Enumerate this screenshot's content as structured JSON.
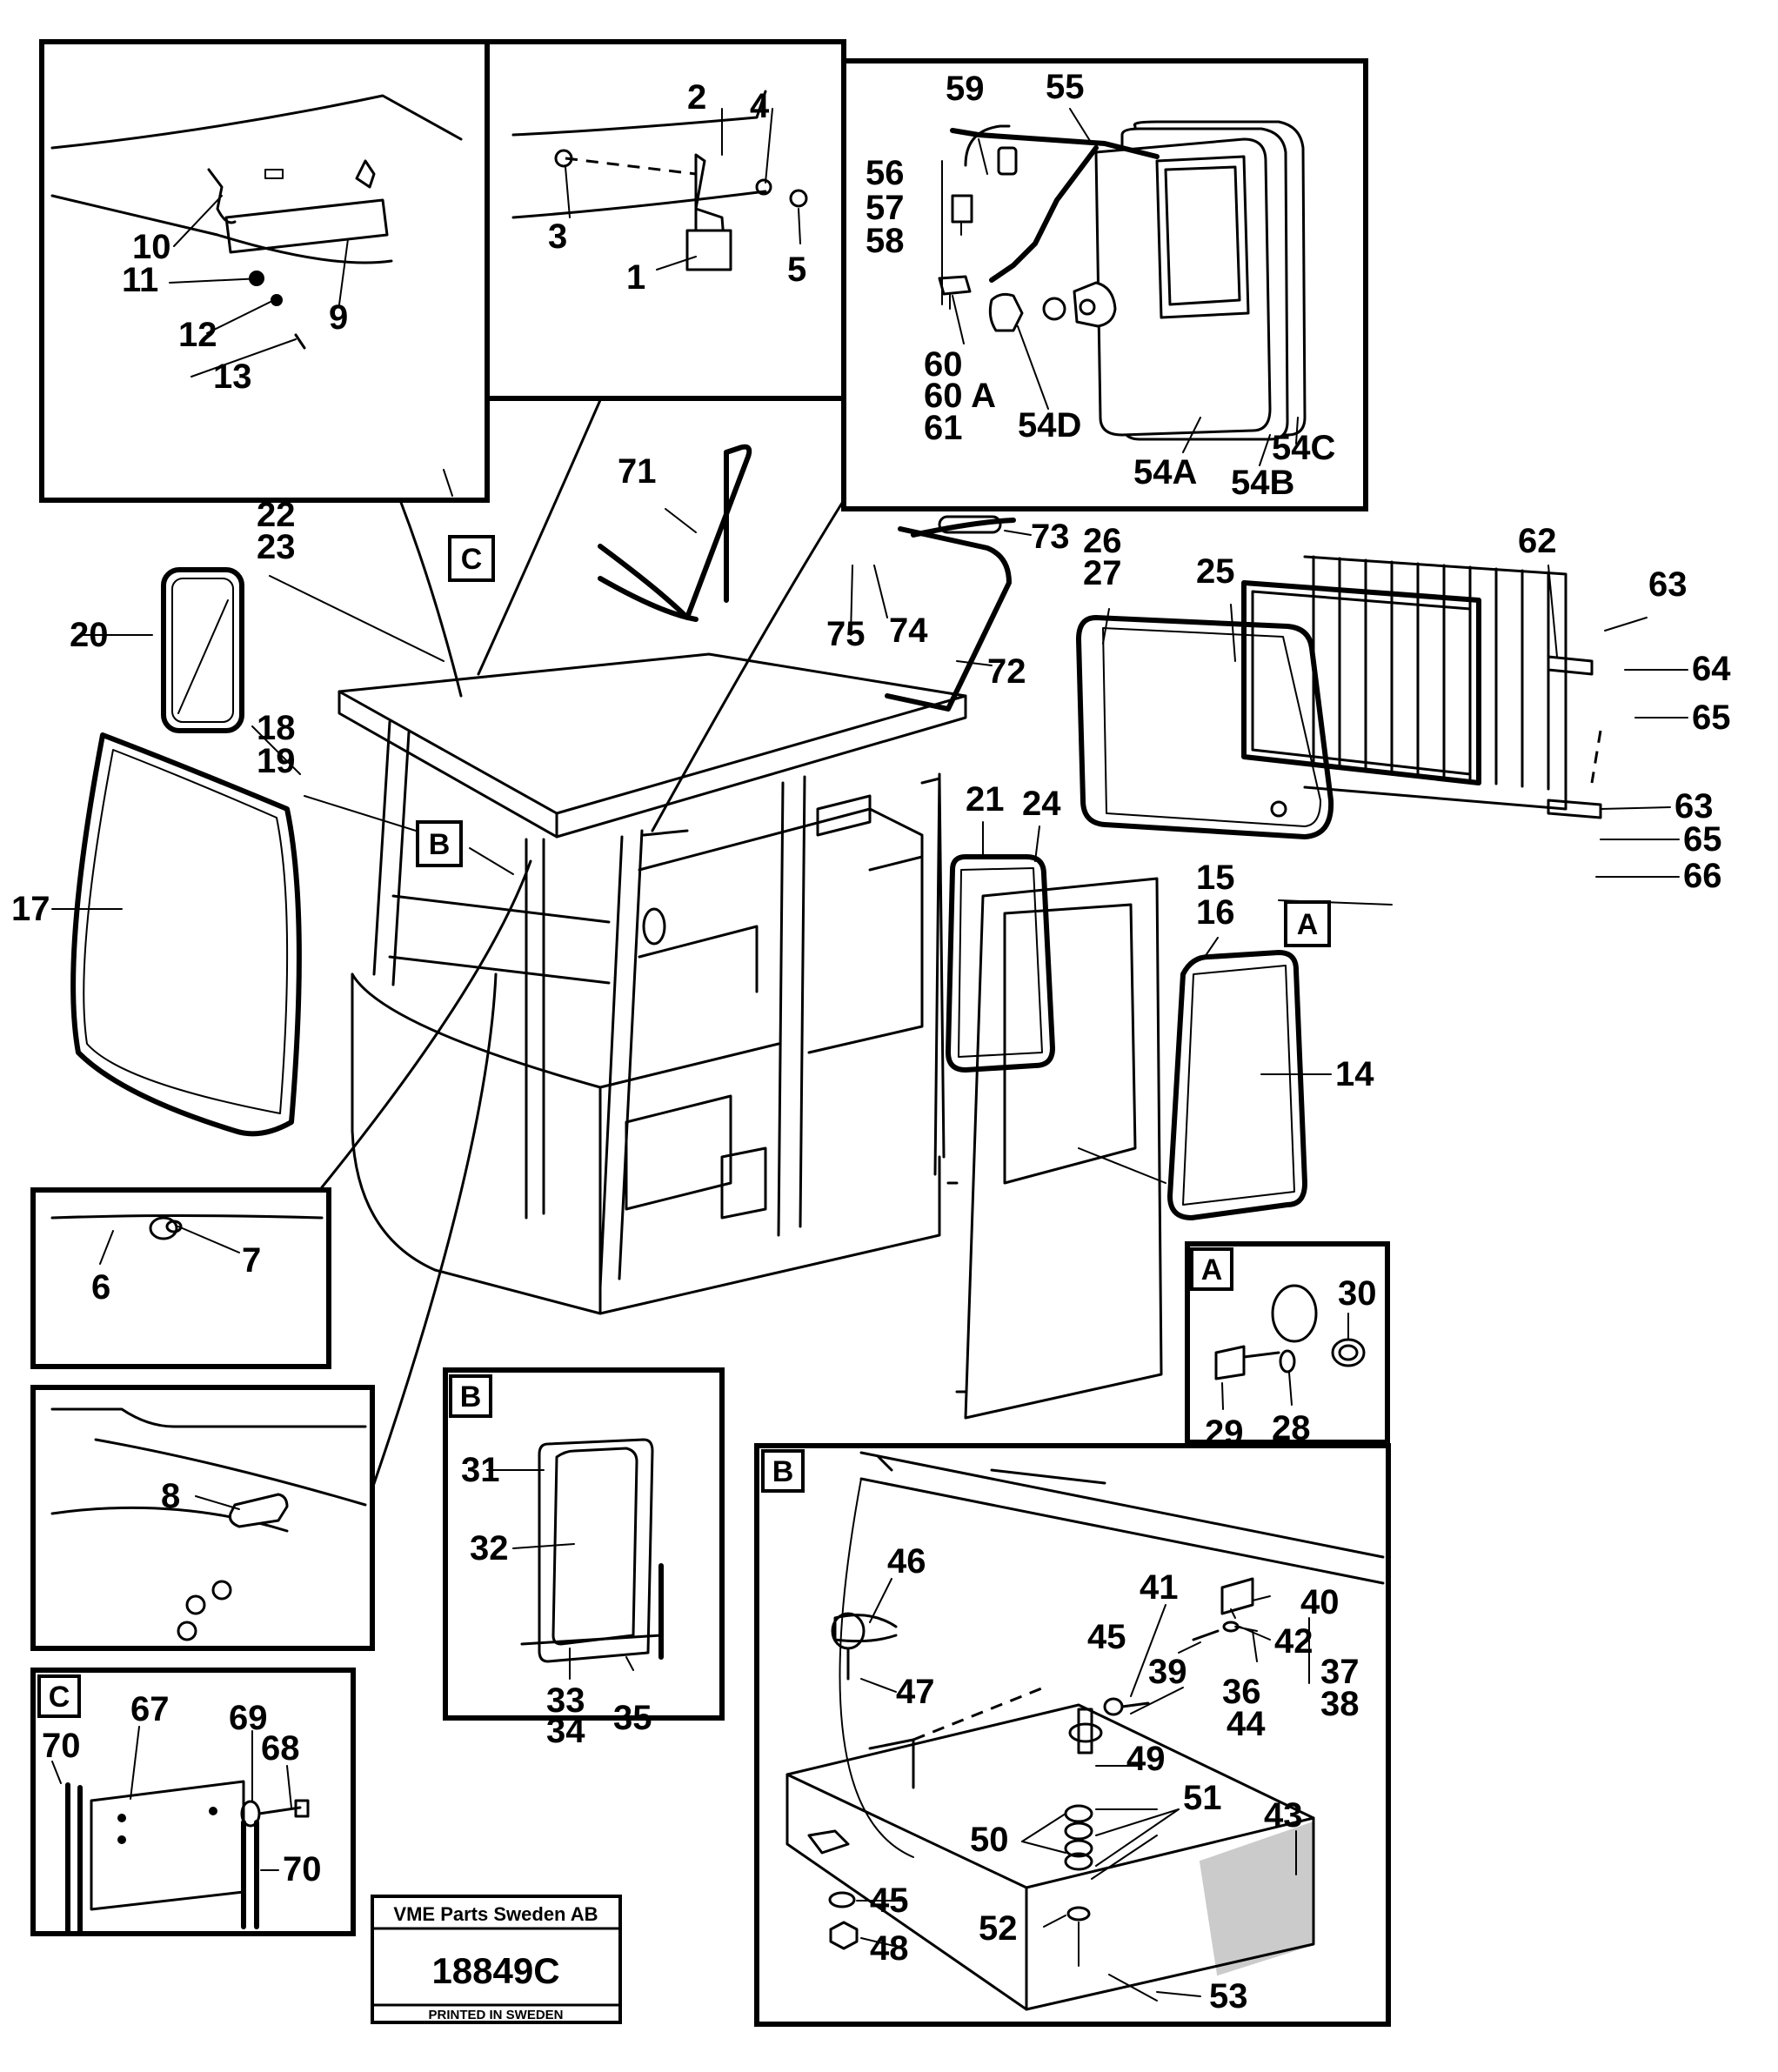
{
  "callouts": {
    "p1": "1",
    "p2": "2",
    "p3": "3",
    "p4": "4",
    "p5": "5",
    "p6": "6",
    "p7": "7",
    "p8": "8",
    "p9": "9",
    "p10": "10",
    "p11": "11",
    "p12": "12",
    "p13": "13",
    "p14": "14",
    "p15": "15",
    "p16": "16",
    "p17": "17",
    "p18": "18",
    "p19": "19",
    "p20": "20",
    "p21": "21",
    "p22": "22",
    "p23": "23",
    "p24": "24",
    "p25": "25",
    "p26": "26",
    "p27": "27",
    "p28": "28",
    "p29": "29",
    "p30": "30",
    "p31": "31",
    "p32": "32",
    "p33": "33",
    "p34": "34",
    "p35": "35",
    "p36": "36",
    "p37": "37",
    "p38": "38",
    "p39": "39",
    "p40": "40",
    "p41": "41",
    "p42": "42",
    "p43": "43",
    "p44": "44",
    "p45": "45",
    "p46": "46",
    "p47": "47",
    "p48": "48",
    "p49": "49",
    "p50": "50",
    "p51": "51",
    "p52": "52",
    "p53": "53",
    "p54A": "54A",
    "p54B": "54B",
    "p54C": "54C",
    "p54D": "54D",
    "p55": "55",
    "p56": "56",
    "p57": "57",
    "p58": "58",
    "p59": "59",
    "p60": "60",
    "p60A": "60 A",
    "p61": "61",
    "p62": "62",
    "p63": "63",
    "p64": "64",
    "p65": "65",
    "p66": "66",
    "p67": "67",
    "p68": "68",
    "p69": "69",
    "p70": "70",
    "p71": "71",
    "p72": "72",
    "p73": "73",
    "p74": "74",
    "p75": "75"
  },
  "detail_tags": {
    "a": "A",
    "b": "B",
    "c": "C"
  },
  "stamp": {
    "company": "VME Parts Sweden AB",
    "drawing_number": "18849C",
    "printed": "PRINTED IN SWEDEN"
  }
}
